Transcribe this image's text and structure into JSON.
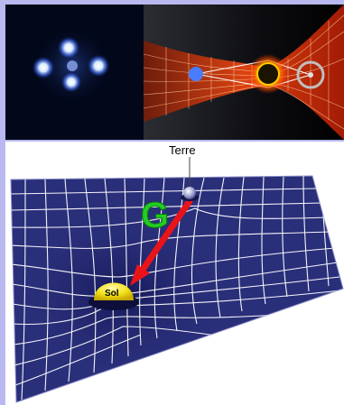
{
  "labels": {
    "earth": "Terre",
    "sun": "Sol",
    "gravity": "G"
  },
  "colors": {
    "frame": "#b9b9ef",
    "grid_fill": "#2a2f7a",
    "grid_line": "#ffffff",
    "arrow": "#e8141a",
    "gravity_letter": "#22cc22",
    "sun": "#f3e31b"
  }
}
